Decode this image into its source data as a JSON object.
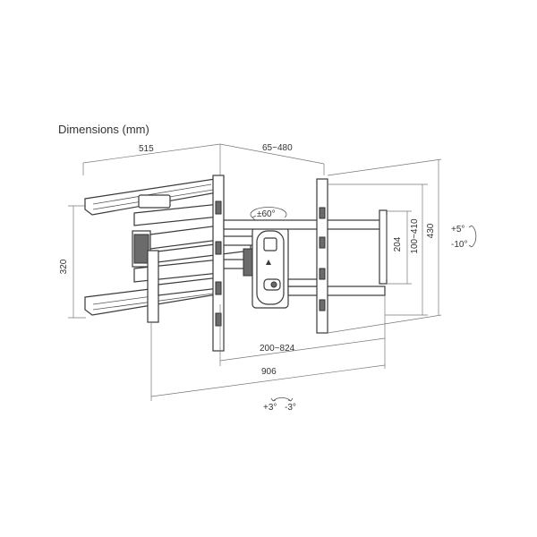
{
  "title": "Dimensions (mm)",
  "dimensions": {
    "arm_length": "515",
    "wall_distance": "65~480",
    "wall_plate_height": "320",
    "swivel": "±60°",
    "bracket_height": "204",
    "vertical_range": "100~410",
    "overall_height": "430",
    "tilt_up": "+5°",
    "tilt_down": "-10°",
    "horizontal_range": "200~824",
    "overall_width": "906",
    "level_plus": "+3°",
    "level_minus": "-3°"
  },
  "colors": {
    "line": "#3a3a3a",
    "text": "#333333",
    "fill": "#ffffff"
  }
}
